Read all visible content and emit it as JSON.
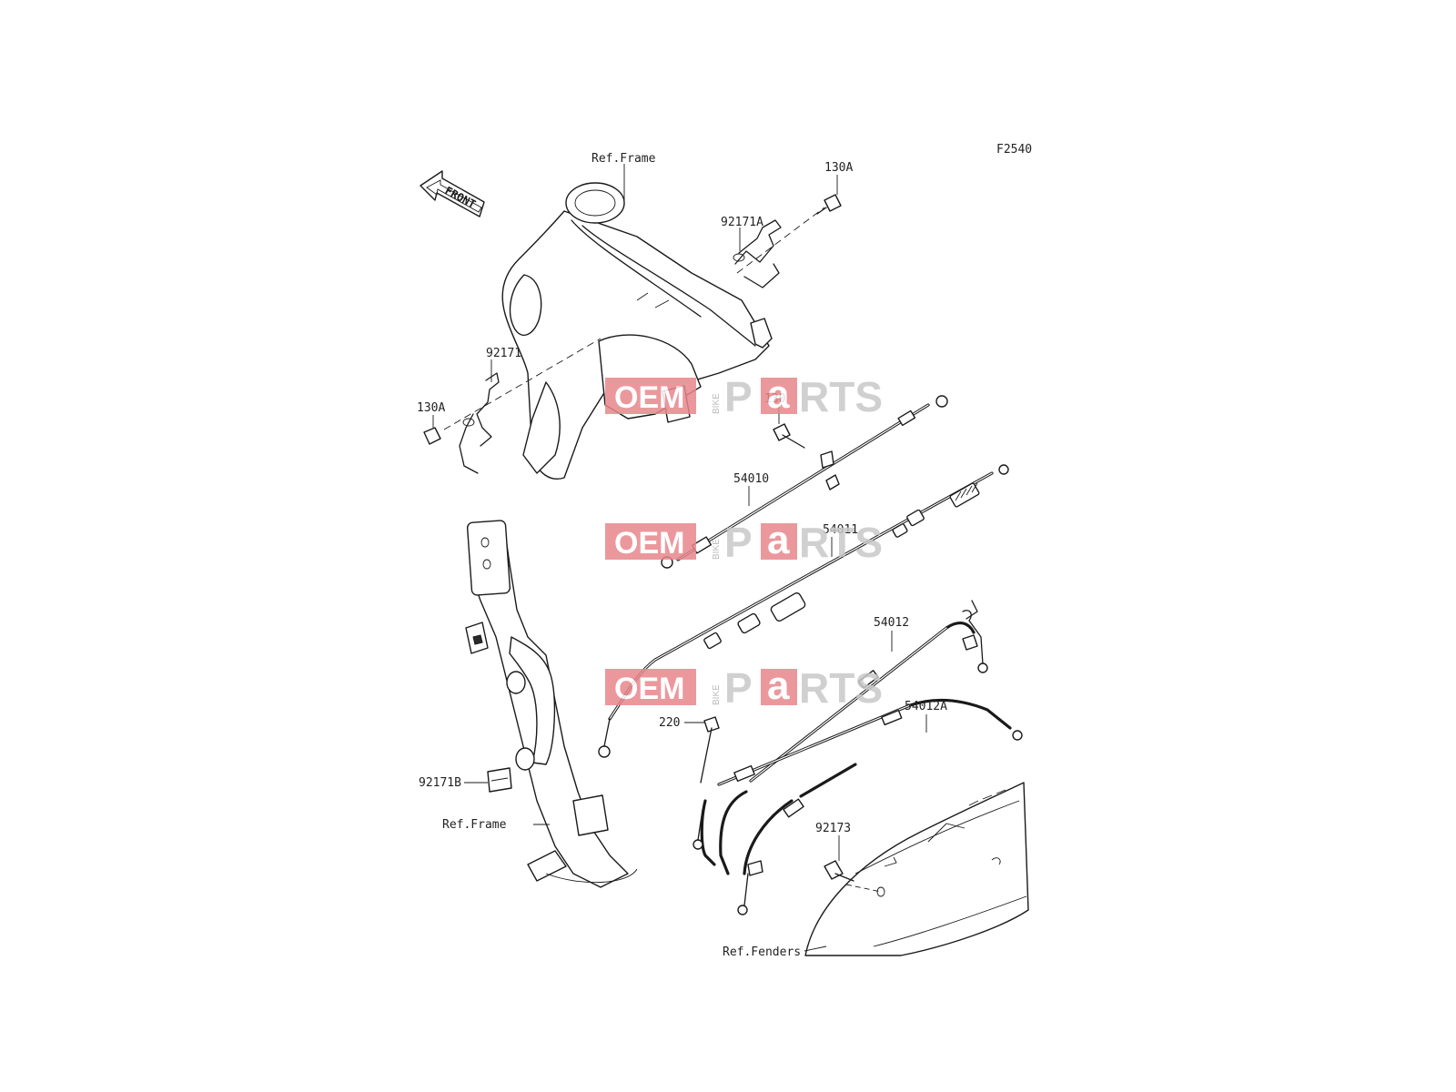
{
  "figure_code": "F2540",
  "front_arrow_label": "FRONT",
  "callouts": {
    "ref_frame_top": "Ref.Frame",
    "ref_frame_bottom": "Ref.Frame",
    "ref_fenders": "Ref.Fenders",
    "p130A_top": "130A",
    "p130A_left": "130A",
    "p92171A": "92171A",
    "p92171": "92171",
    "p130": "130",
    "p54010": "54010",
    "p54011": "54011",
    "p54012": "54012",
    "p54012A": "54012A",
    "p220": "220",
    "p92171B": "92171B",
    "p92173": "92173"
  },
  "watermark": {
    "oem": "OEM",
    "bike": "BIKE",
    "p": "P",
    "a": "a",
    "rts": "RTS",
    "colors": {
      "oem_bg": "#e8878d",
      "a_bg": "#e8878d",
      "parts_text": "#c8c8c8"
    }
  },
  "colors": {
    "line": "#1a1a1a",
    "background": "#ffffff"
  }
}
